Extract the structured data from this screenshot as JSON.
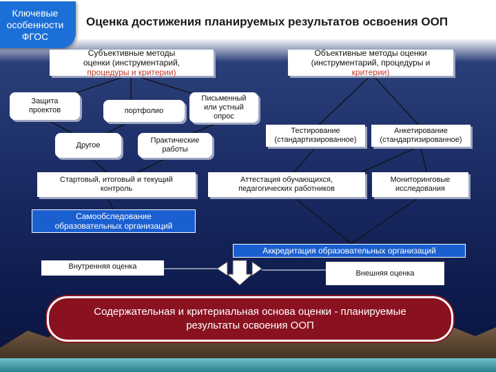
{
  "badge": {
    "line1": "Ключевые",
    "line2": "особенности",
    "line3": "ФГОС"
  },
  "title": "Оценка достижения  планируемых результатов освоения ООП",
  "subjective": {
    "line1": "Субъективные методы",
    "line2": "оценки (инструментарий,",
    "line3": "процедуры и критерии)"
  },
  "objective": {
    "line1": "Объективные методы оценки",
    "line2": "(инструментарий, процедуры и",
    "line3": "критерии)"
  },
  "nodes": {
    "projects": {
      "line1": "Защита",
      "line2": "проектов"
    },
    "portfolio": "портфолио",
    "written": {
      "line1": "Письменный",
      "line2": "или устный",
      "line3": "опрос"
    },
    "other": "Другое",
    "practical": {
      "line1": "Практические",
      "line2": "работы"
    },
    "testing": {
      "line1": "Тестирование",
      "line2": "(стандартизированное)"
    },
    "survey": {
      "line1": "Анкетирование",
      "line2": "(стандартизированное)"
    },
    "control": {
      "line1": "Стартовый,  итоговый и текущий",
      "line2": "контроль"
    },
    "attestation": {
      "line1": "Аттестация обучающихся,",
      "line2": "педагогических работников"
    },
    "monitoring": {
      "line1": "Мониторинговые",
      "line2": "исследования"
    },
    "selfcheck": {
      "line1": "Самообследование",
      "line2": "образовательных  организаций"
    },
    "accreditation": "Аккредитация образовательных организаций",
    "internal": "Внутренняя оценка",
    "external": "Внешняя оценка"
  },
  "final": {
    "line1": "Содержательная и критериальная  основа оценки  - планируемые",
    "line2": "результаты освоения ООП"
  }
}
